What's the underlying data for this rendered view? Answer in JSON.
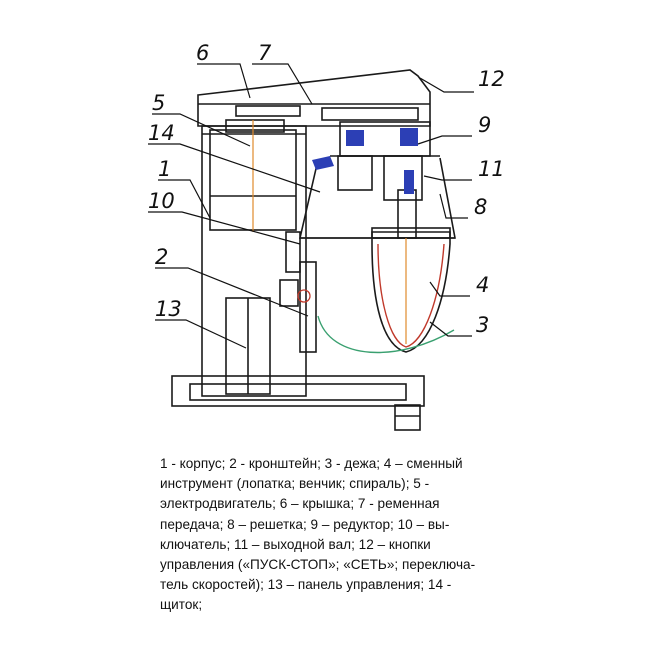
{
  "diagram": {
    "labels": {
      "l1": "1",
      "l2": "2",
      "l3": "3",
      "l4": "4",
      "l5": "5",
      "l6": "6",
      "l7": "7",
      "l8": "8",
      "l9": "9",
      "l10": "10",
      "l11": "11",
      "l12": "12",
      "l13": "13",
      "l14": "14"
    },
    "colors": {
      "line": "#1a1a1a",
      "blue": "#2c3fb5",
      "red": "#c0392b",
      "orange": "#e08a2c",
      "green": "#3aa070"
    }
  },
  "caption": {
    "lines": [
      "1 - корпус; 2 - кронштейн; 3 - дежа; 4 – сменный",
      "инструмент (лопатка; венчик; спираль); 5 -",
      "электродвигатель; 6 – крышка; 7 - ременная",
      "передача; 8 – решетка; 9 – редуктор; 10 – вы-",
      "ключатель; 11 – выходной вал; 12 – кнопки",
      "управления («ПУСК-СТОП»; «СЕТЬ»; переключа-",
      "тель скоростей); 13 – панель управления; 14 -",
      "щиток;"
    ]
  }
}
